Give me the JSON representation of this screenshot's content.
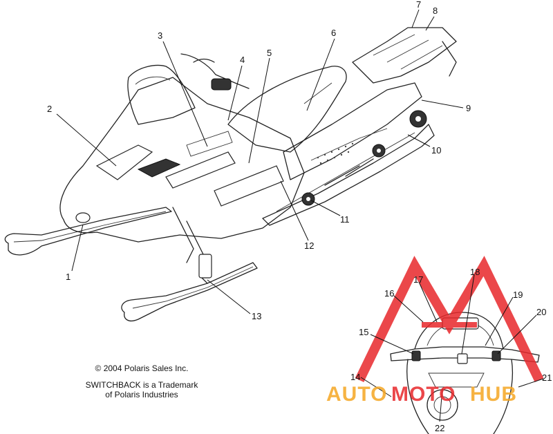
{
  "copyright": {
    "line1": "© 2004 Polaris Sales Inc.",
    "line2": "SWITCHBACK is a Trademark",
    "line3": "of Polaris Industries"
  },
  "callouts": [
    "1",
    "2",
    "3",
    "4",
    "5",
    "6",
    "7",
    "8",
    "9",
    "10",
    "11",
    "12",
    "13",
    "14",
    "15",
    "16",
    "17",
    "18",
    "19",
    "20",
    "21",
    "22"
  ],
  "watermark": {
    "part1": "AUTO",
    "part2": "MOTO",
    "part3": "HUB",
    "colors": {
      "red": "#e8282b",
      "orange": "#f5a623"
    }
  }
}
